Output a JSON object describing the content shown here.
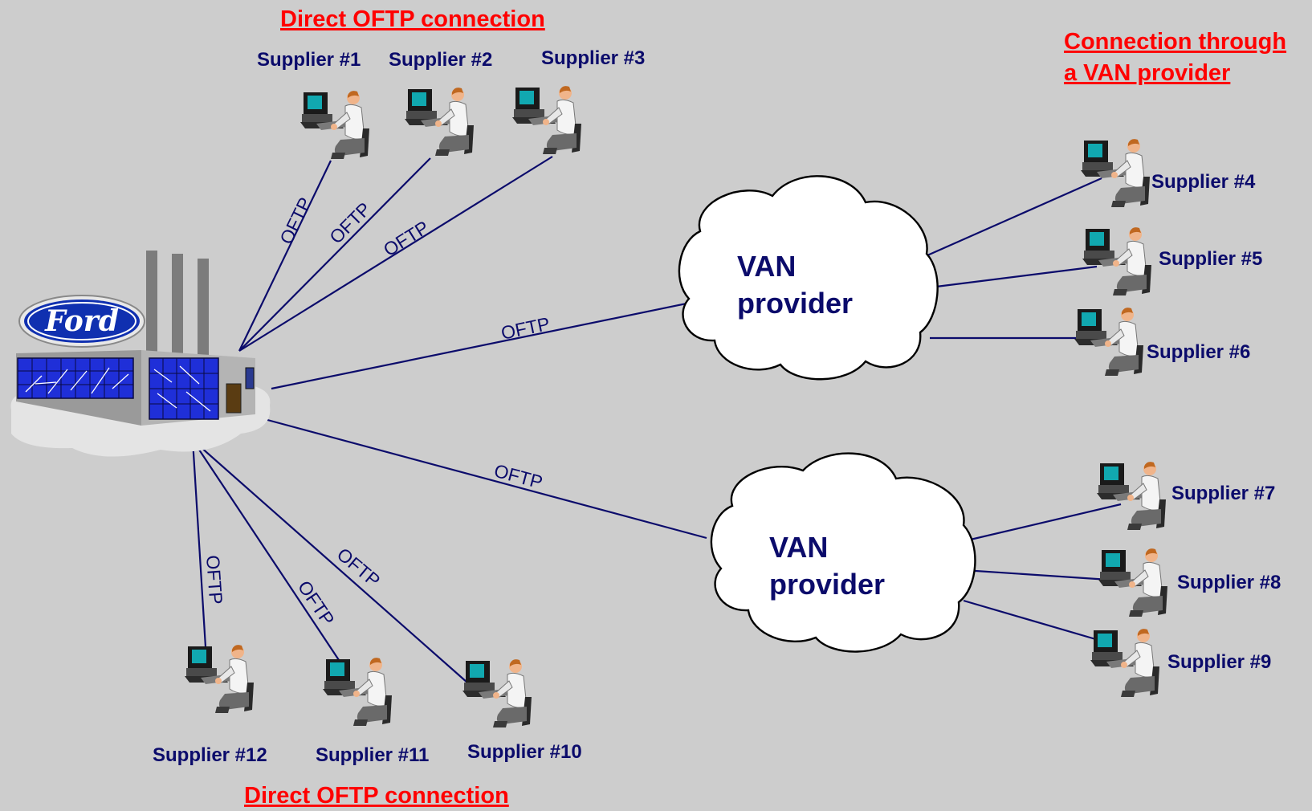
{
  "headings": {
    "direct_top": "Direct OFTP connection",
    "direct_bottom": "Direct OFTP connection",
    "van_line1": "Connection through",
    "van_line2": "a VAN provider"
  },
  "factory": {
    "logo_text": "Ford"
  },
  "clouds": [
    {
      "line1": "VAN",
      "line2": "provider"
    },
    {
      "line1": "VAN",
      "line2": "provider"
    }
  ],
  "suppliers": [
    "Supplier #1",
    "Supplier #2",
    "Supplier #3",
    "Supplier #4",
    "Supplier #5",
    "Supplier #6",
    "Supplier #7",
    "Supplier #8",
    "Supplier #9",
    "Supplier #10",
    "Supplier #11",
    "Supplier #12"
  ],
  "protocol_label": "OFTP",
  "colors": {
    "background": "#cdcdcd",
    "heading": "#ff0000",
    "text": "#0b0b6b"
  }
}
